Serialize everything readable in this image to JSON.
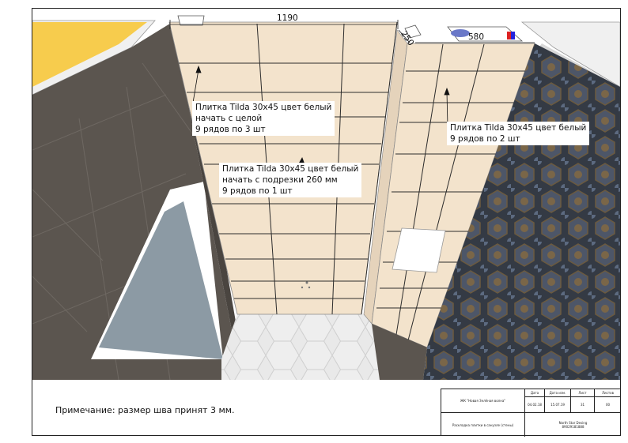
{
  "dimensions": {
    "width_top": "1190",
    "depth_side": "250",
    "width_right": "580"
  },
  "labels": [
    {
      "lines": [
        "Плитка Tilda 30x45 цвет белый",
        "начать с целой",
        "9 рядов по 3 шт"
      ]
    },
    {
      "lines": [
        "Плитка Tilda 30x45 цвет белый",
        "начать с подрезки 260 мм",
        "9 рядов по 1 шт"
      ]
    },
    {
      "lines": [
        "Плитка Tilda 30x45 цвет белый",
        "9 рядов по 2 шт"
      ]
    }
  ],
  "note": "Примечание: размер шва принят 3 мм.",
  "title_block": {
    "header_date": "Дата",
    "header_date2": "Дата изм.",
    "header_sheet": "Лист",
    "header_sheets": "Листов",
    "project": "ЖК \"Новая Зелёная волна\"",
    "date": "04.02.18",
    "date_changed": "15.07.19",
    "sheet": "31",
    "sheets": "00",
    "drawing_title": "Раскладка плитки в санузле (стены)",
    "company": "North Star Desing",
    "phone": "89029181888"
  },
  "colors": {
    "beige_tile": "#f3e3cc",
    "dark_wall": "#5b554f",
    "yellow_floor": "#f7cc4d",
    "mirror_blue": "#8c9aa4",
    "hex_floor": "#ececec"
  }
}
